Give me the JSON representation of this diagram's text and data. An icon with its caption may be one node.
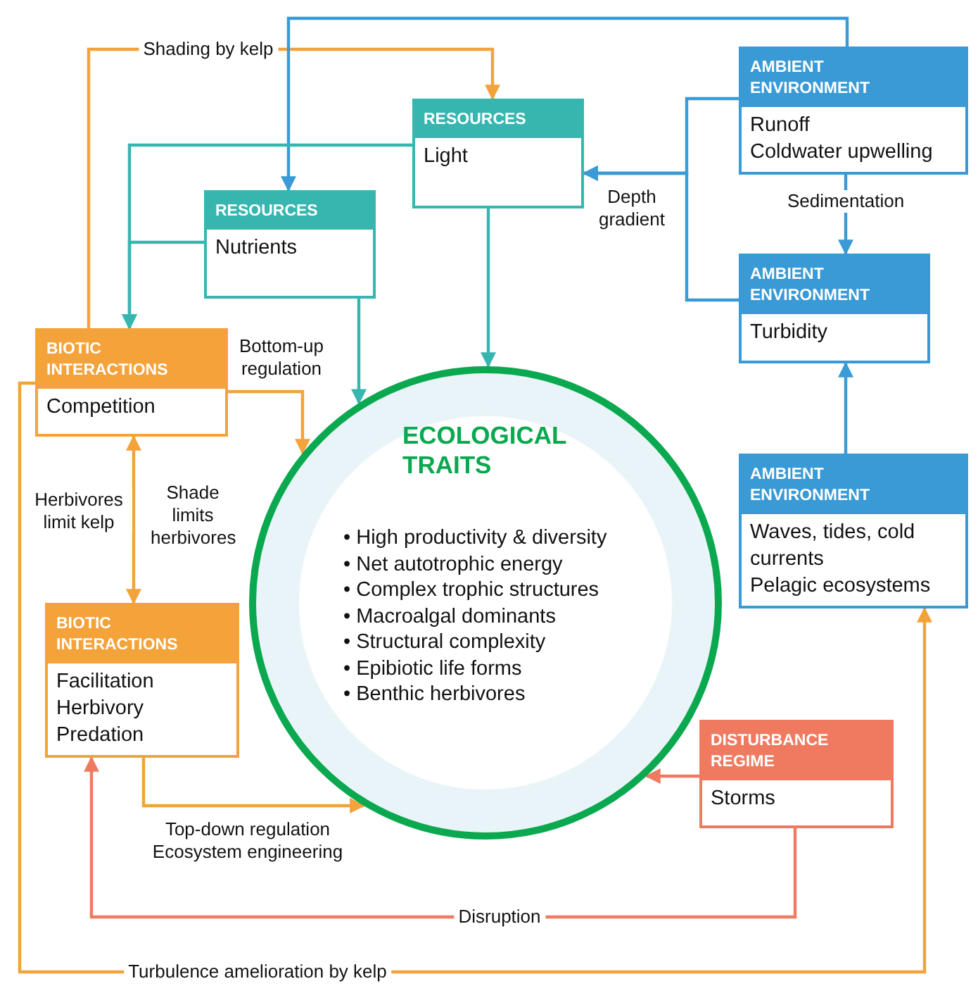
{
  "diagram": {
    "nodes": [
      {
        "text": [
          "RESOURCES",
          "Light"
        ]
      },
      {
        "text": [
          "RESOURCES",
          "Nutrients"
        ]
      },
      {
        "text": [
          "AMBIENT ENVIRONMENT",
          "Runoff",
          "Coldwater upwelling"
        ]
      },
      {
        "text": [
          "AMBIENT ENVIRONMENT",
          "Turbidity"
        ]
      },
      {
        "text": [
          "BIOTIC INTERACTIONS",
          "Competition"
        ]
      },
      {
        "text": [
          "ECOLOGICAL TRAITS",
          "• High productivity & diversity",
          "• Net autotrophic energy",
          "• Complex trophic structures",
          "• Macroalgal dominants",
          "• Structural complexity",
          "• Epibiotic life forms",
          "• Benthic herbivores"
        ]
      },
      {
        "text": [
          "AMBIENT ENVIRONMENT",
          "Waves, tides, cold currents",
          "Pelagic ecosystems"
        ]
      },
      {
        "text": [
          "BIOTIC INTERACTIONS",
          "Facilitation",
          "Herbivory",
          "Predation"
        ]
      },
      {
        "text": [
          "DISTURBANCE REGIME",
          "Storms"
        ]
      }
    ],
    "edges": [
      {
        "from": 4,
        "to": 0,
        "arrow": "to",
        "label": "Shading by kelp",
        "color": "#f4a23a"
      },
      {
        "from": 2,
        "to": 1,
        "arrow": "to",
        "color": "#3a9ad6"
      },
      {
        "from": 0,
        "to": 4,
        "arrow": "to",
        "color": "#37b6b0"
      },
      {
        "from": 1,
        "to": 4,
        "arrow": "to",
        "color": "#37b6b0"
      },
      {
        "from": 1,
        "to": 5,
        "arrow": "to",
        "color": "#37b6b0"
      },
      {
        "from": 0,
        "to": 5,
        "arrow": "to",
        "color": "#37b6b0"
      },
      {
        "from": 2,
        "to": 0,
        "arrow": "to",
        "label": "Depth gradient",
        "color": "#3a9ad6"
      },
      {
        "from": 3,
        "to": 0,
        "arrow": "to",
        "color": "#3a9ad6"
      },
      {
        "from": 2,
        "to": 3,
        "arrow": "to",
        "label": "Sedimentation",
        "color": "#3a9ad6"
      },
      {
        "from": 6,
        "to": 3,
        "arrow": "to",
        "color": "#3a9ad6"
      },
      {
        "from": 4,
        "to": 5,
        "arrow": "to",
        "label": "Bottom-up regulation",
        "color": "#f4a23a"
      },
      {
        "from": 4,
        "to": 7,
        "arrow": "both",
        "label": "Herbivores limit kelp",
        "color": "#f4a23a"
      },
      {
        "from": 7,
        "to": 5,
        "arrow": "to",
        "label": "Top-down regulation Ecosystem engineering",
        "color": "#f4a23a"
      },
      {
        "from": 8,
        "to": 5,
        "arrow": "to",
        "color": "#ef7a60"
      },
      {
        "from": 8,
        "to": 7,
        "arrow": "to",
        "label": "Disruption",
        "color": "#ef7a60"
      },
      {
        "from": 4,
        "to": 6,
        "arrow": "to",
        "label": "Turbulence amelioration by kelp",
        "color": "#f4a23a"
      }
    ],
    "labels": [
      "Shade limits herbivores"
    ]
  }
}
